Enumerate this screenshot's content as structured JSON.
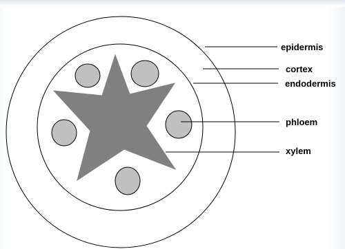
{
  "diagram": {
    "labels": {
      "epidermis": "epidermis",
      "cortex": "cortex",
      "endodermis": "endodermis",
      "phloem": "phloem",
      "xylem": "xylem"
    },
    "colors": {
      "outline": "#000000",
      "xylem_fill": "#808080",
      "phloem_fill": "#c0c0c0",
      "background": "#ffffff"
    }
  }
}
